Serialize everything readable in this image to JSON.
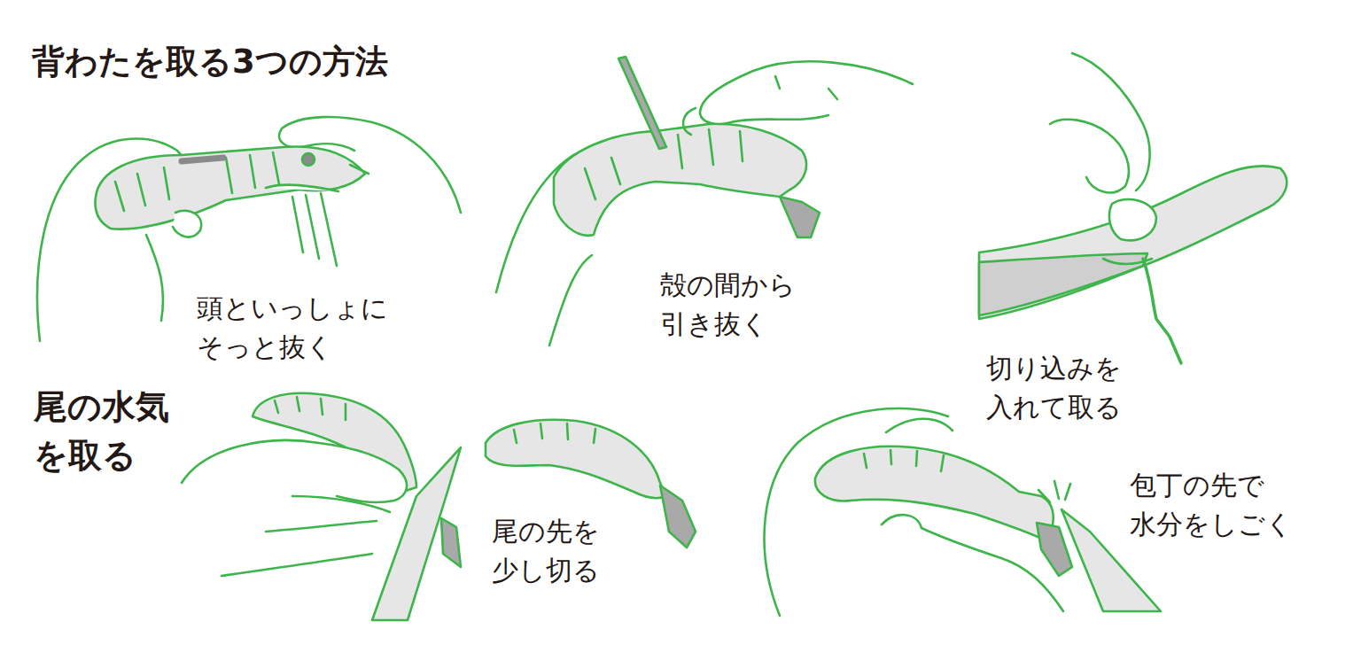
{
  "diagram": {
    "title": "背わたを取る3つの方法",
    "labels": [
      "尾の水気 を取る",
      "頭といっしょに そっと抜く",
      "殻の間から 引き抜く",
      "切り込みを 入れて取る",
      "尾の先を 少し切る",
      "包丁の先で 水分をしごく"
    ]
  }
}
